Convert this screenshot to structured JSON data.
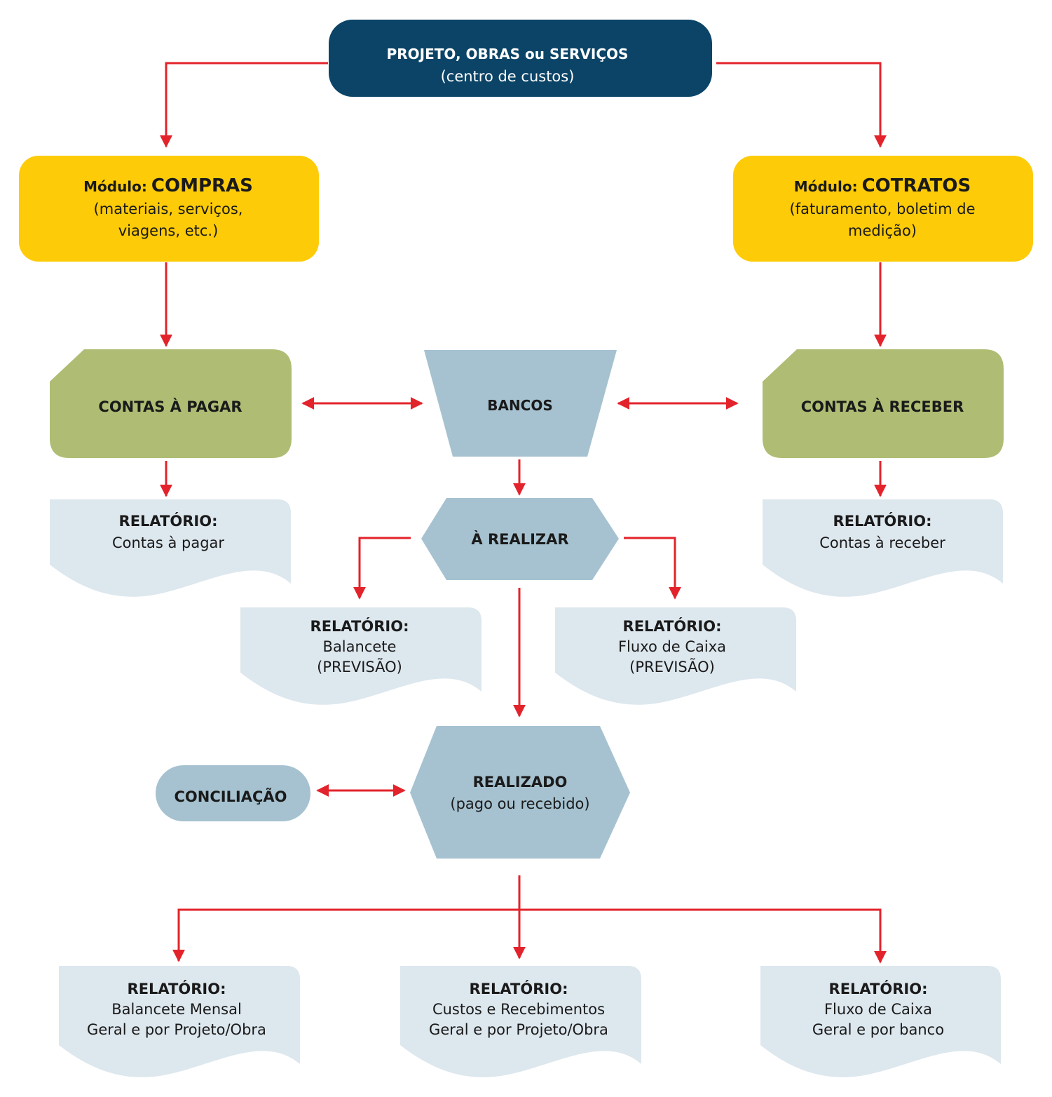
{
  "top": {
    "title": "PROJETO, OBRAS ou SERVIÇOS",
    "subtitle": "(centro de custos)"
  },
  "compras": {
    "prefix": "Módulo:",
    "name": "COMPRAS",
    "line1": "(materiais, serviços,",
    "line2": "viagens, etc.)"
  },
  "contratos": {
    "prefix": "Módulo:",
    "name": "COTRATOS",
    "line1": "(faturamento, boletim de",
    "line2": "medição)"
  },
  "contas_pagar": {
    "label": "CONTAS À PAGAR"
  },
  "bancos": {
    "label": "BANCOS"
  },
  "contas_receber": {
    "label": "CONTAS À RECEBER"
  },
  "rel_pagar": {
    "head": "RELATÓRIO:",
    "line1": "Contas à pagar"
  },
  "a_realizar": {
    "label": "À REALIZAR"
  },
  "rel_receber": {
    "head": "RELATÓRIO:",
    "line1": "Contas à receber"
  },
  "rel_balancete": {
    "head": "RELATÓRIO:",
    "line1": "Balancete",
    "line2": "(PREVISÃO)"
  },
  "rel_fluxo": {
    "head": "RELATÓRIO:",
    "line1": "Fluxo de Caixa",
    "line2": "(PREVISÃO)"
  },
  "conciliacao": {
    "label": "CONCILIAÇÃO"
  },
  "realizado": {
    "label": "REALIZADO",
    "line1": "(pago ou recebido)"
  },
  "rel_balancete_mensal": {
    "head": "RELATÓRIO:",
    "line1": "Balancete Mensal",
    "line2": "Geral e por Projeto/Obra"
  },
  "rel_custos": {
    "head": "RELATÓRIO:",
    "line1": "Custos e Recebimentos",
    "line2": "Geral e por Projeto/Obra"
  },
  "rel_fluxo_geral": {
    "head": "RELATÓRIO:",
    "line1": "Fluxo de Caixa",
    "line2": "Geral e por banco"
  },
  "colors": {
    "dark_blue": "#0b4467",
    "yellow": "#fecb08",
    "olive": "#aebd73",
    "steel": "#a6c2d0",
    "pale": "#dde7ee",
    "arrow": "#e3232b"
  }
}
